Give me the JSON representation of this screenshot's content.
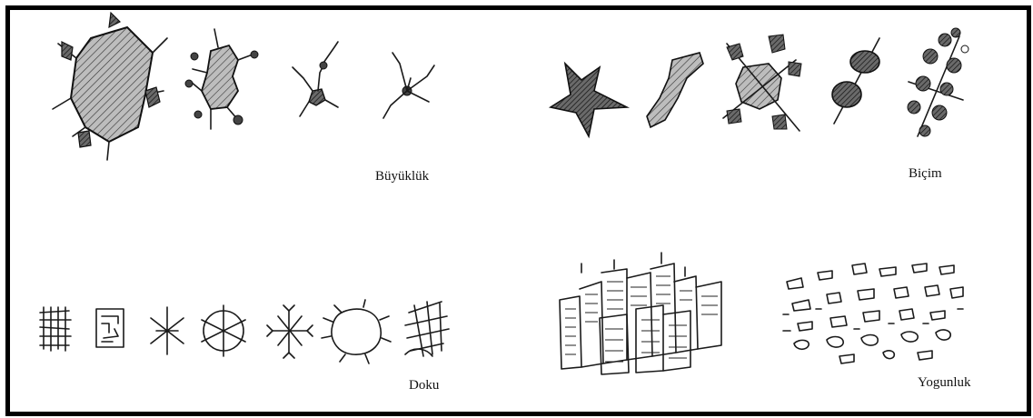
{
  "labels": {
    "size": "Büyüklük",
    "shape": "Biçim",
    "texture": "Doku",
    "density": "Yogunluk"
  },
  "colors": {
    "frame": "#000000",
    "fill_light": "#b9b9b9",
    "fill_dark": "#5a5a5a",
    "ink": "#1a1a1a"
  }
}
